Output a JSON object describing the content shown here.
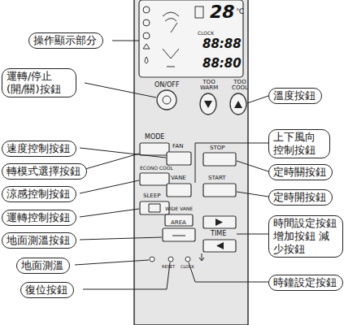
{
  "diagram": {
    "nodes": [
      {
        "text": [
          "操作顯示部分"
        ]
      },
      {
        "text": [
          "運轉/停止 (開/關)按鈕"
        ]
      },
      {
        "text": [
          "溫度按鈕"
        ]
      },
      {
        "text": [
          "上下風向 控制按鈕"
        ]
      },
      {
        "text": [
          "速度控制按鈕"
        ]
      },
      {
        "text": [
          "轉模式選擇按鈕"
        ]
      },
      {
        "text": [
          "定時關按鈕"
        ]
      },
      {
        "text": [
          "涼感控制按鈕"
        ]
      },
      {
        "text": [
          "定時開按鈕"
        ]
      },
      {
        "text": [
          "運轉控制按鈕"
        ]
      },
      {
        "text": [
          "時間設定按鈕 增加按鈕 減少按鈕"
        ]
      },
      {
        "text": [
          "地面測溫按鈕"
        ]
      },
      {
        "text": [
          "地面測溫"
        ]
      },
      {
        "text": [
          "時鐘設定按鈕"
        ]
      },
      {
        "text": [
          "復位按鈕"
        ]
      }
    ],
    "labels": [
      "28",
      "℃",
      "CLOCK",
      "88:88",
      "88:80",
      "ON/OFF",
      "TOO WARM",
      "TOO COOL",
      "MODE",
      "FAN",
      "ECONO COOL",
      "VANE",
      "SLEEP",
      "WIDE VANE",
      "AREA",
      "STOP",
      "START",
      "TIME",
      "RESET",
      "CLOCK"
    ]
  }
}
